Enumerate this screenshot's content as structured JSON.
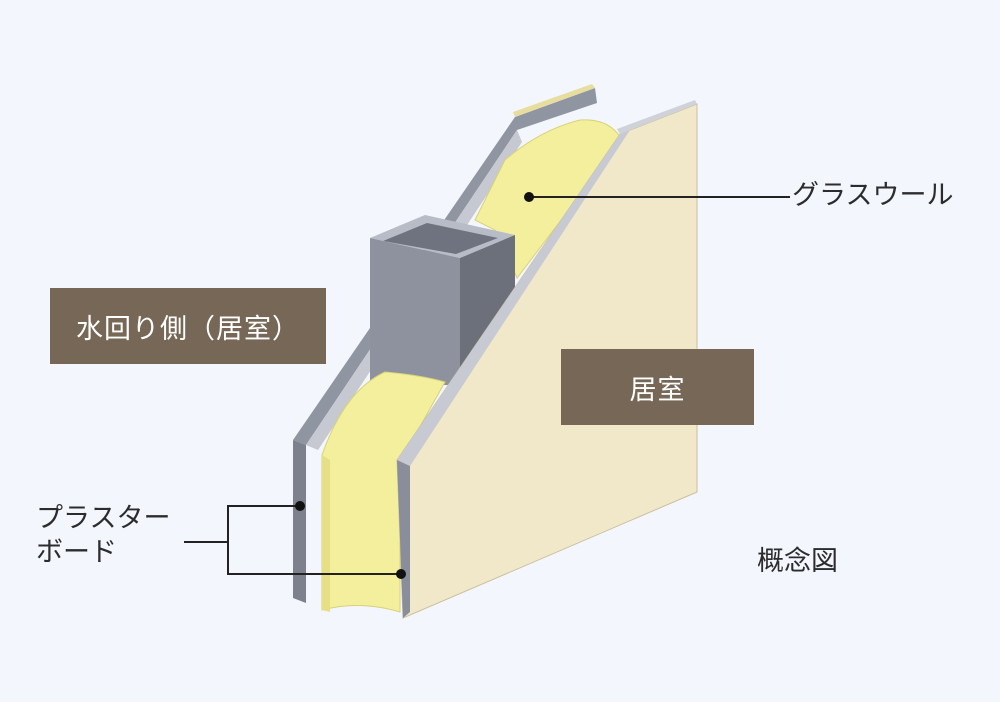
{
  "labels": {
    "wet_area_side": "水回り側（居室）",
    "living_room": "居室",
    "glass_wool": "グラスウール",
    "plasterboard_line1": "プラスター",
    "plasterboard_line2": "ボード",
    "concept_diagram": "概念図"
  },
  "colors": {
    "background": "#f3f6fc",
    "tag_fill": "#766756",
    "board_face": "#f0e8c8",
    "board_edge": "#a6a8b5",
    "stud_metal": "#8a8e9a",
    "glass_wool": "#f4ef9c",
    "leader_line": "#222222"
  },
  "icons": [
    "plasterboard-panel",
    "steel-stud",
    "glass-wool-fill"
  ]
}
